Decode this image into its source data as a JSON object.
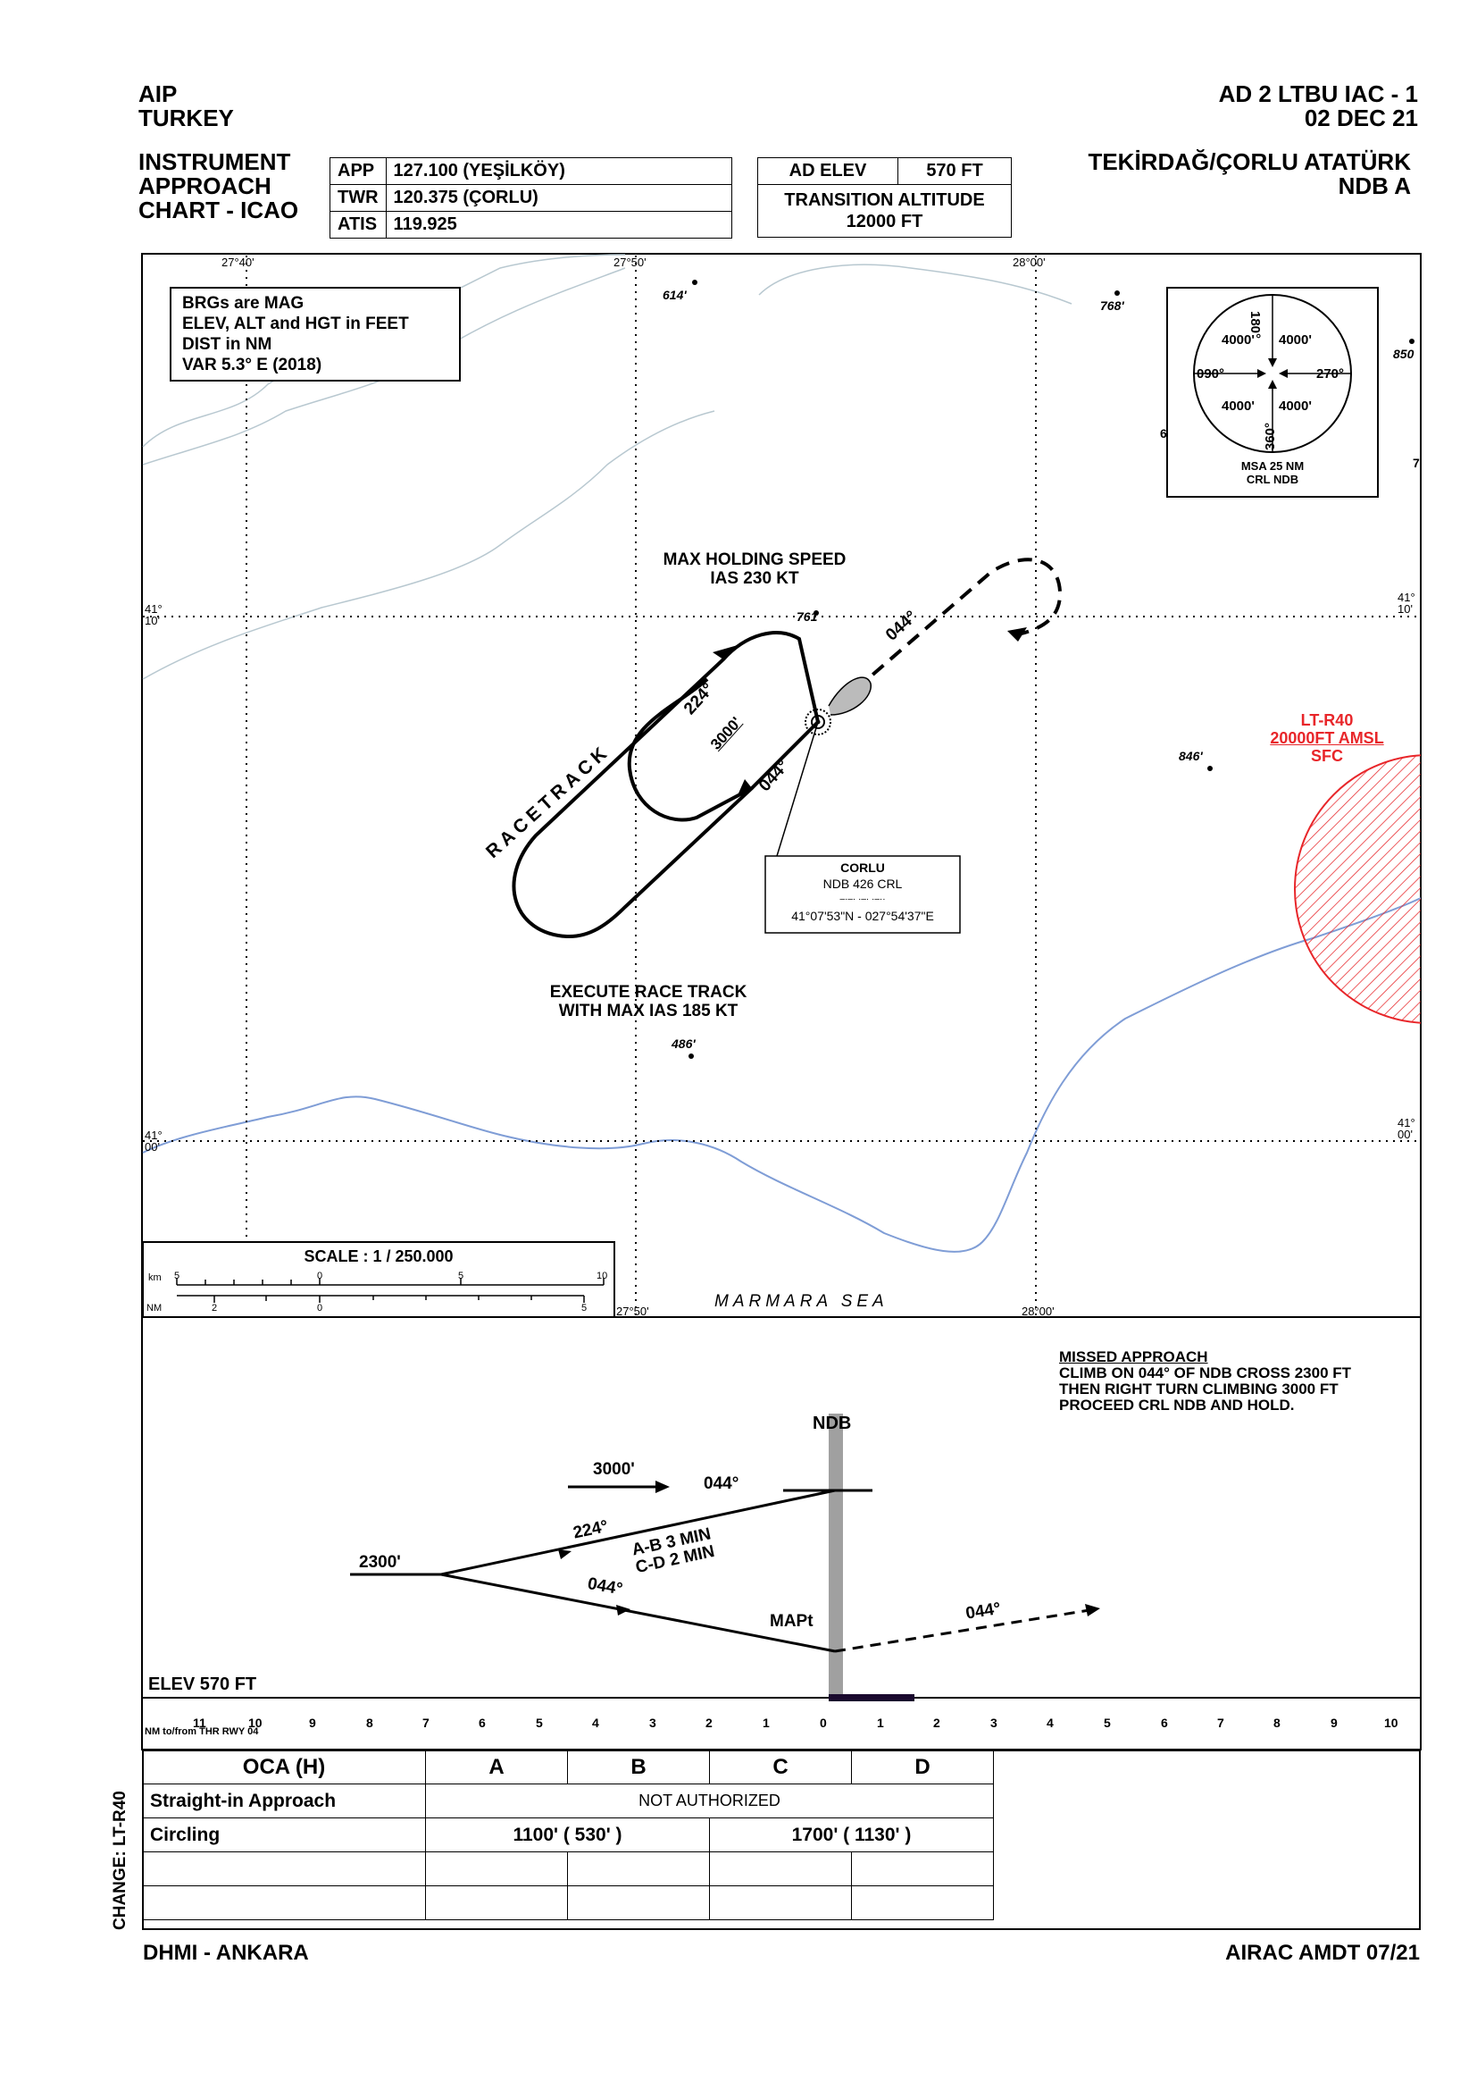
{
  "header": {
    "left_line1": "AIP",
    "left_line2": "TURKEY",
    "right_line1": "AD 2 LTBU IAC - 1",
    "right_line2": "02 DEC 21"
  },
  "chart_title": {
    "line1": "INSTRUMENT",
    "line2": "APPROACH",
    "line3": "CHART - ICAO"
  },
  "frequencies": [
    {
      "label": "APP",
      "value": "127.100 (YEŞİLKÖY)"
    },
    {
      "label": "TWR",
      "value": "120.375 (ÇORLU)"
    },
    {
      "label": "ATIS",
      "value": "119.925"
    }
  ],
  "ad_elev": {
    "label": "AD ELEV",
    "value": "570 FT"
  },
  "transition_altitude": {
    "label": "TRANSITION ALTITUDE",
    "value": "12000 FT"
  },
  "airport": {
    "name": "TEKİRDAĞ/ÇORLU ATATÜRK",
    "procedure": "NDB A"
  },
  "plan_view": {
    "grid_labels": {
      "lon_27_40": "27°40'",
      "lon_27_50": "27°50'",
      "lon_28_00": "28°00'",
      "lat_41_10_a": "41°",
      "lat_41_10_b": "10'",
      "lat_41_00_a": "41°",
      "lat_41_00_b": "00'"
    },
    "notes": [
      "BRGs are MAG",
      "ELEV, ALT and HGT in FEET",
      "DIST in NM",
      "VAR 5.3° E (2018)"
    ],
    "spot_heights": [
      "614'",
      "768'",
      "850",
      "761",
      "846'",
      "486'"
    ],
    "msa": {
      "values": [
        "4000'",
        "4000'",
        "4000'",
        "4000'"
      ],
      "bearings": [
        "180°",
        "090°",
        "270°",
        "360°"
      ],
      "caption1": "MSA 25 NM",
      "caption2": "CRL NDB",
      "edge_marks": [
        "6",
        "7"
      ]
    },
    "holding_label1": "MAX HOLDING SPEED",
    "holding_label2": "IAS 230 KT",
    "track_044_a": "044°",
    "track_224": "224°",
    "track_044_b": "044°",
    "racetrack_alt": "3000'",
    "racetrack_label": "RACETRACK",
    "race_note1": "EXECUTE RACE TRACK",
    "race_note2": "WITH MAX IAS 185 KT",
    "navaid": {
      "name": "CORLU",
      "ident": "NDB 426 CRL",
      "morse": "–·–·  ·–·  ·–··",
      "coords": "41°07'53\"N - 027°54'37\"E"
    },
    "restricted": {
      "name": "LT-R40",
      "upper": "20000FT AMSL",
      "lower": "SFC",
      "color": "#e8262a"
    },
    "scale": {
      "title": "SCALE : 1 / 250.000",
      "km_label": "km",
      "km_ticks": [
        "5",
        "0",
        "5",
        "10"
      ],
      "nm_label": "NM",
      "nm_ticks": [
        "2",
        "0",
        "5"
      ]
    },
    "sea_label": "MARMARA SEA"
  },
  "profile": {
    "missed_title": "MISSED APPROACH",
    "missed_lines": [
      "CLIMB ON 044° OF NDB CROSS 2300 FT",
      "THEN RIGHT TURN CLIMBING 3000 FT",
      "PROCEED CRL NDB AND HOLD."
    ],
    "ndb_label": "NDB",
    "alt_3000": "3000'",
    "outbound": "044°",
    "inbound": "224°",
    "timing1": "A-B 3 MIN",
    "timing2": "C-D 2 MIN",
    "final": "044°",
    "alt_2300": "2300'",
    "mapt": "MAPt",
    "missed_track": "044°",
    "elev": "ELEV 570 FT",
    "dist_left": [
      "11",
      "10",
      "9",
      "8",
      "7",
      "6",
      "5",
      "4",
      "3",
      "2",
      "1",
      "0"
    ],
    "dist_right": [
      "1",
      "2",
      "3",
      "4",
      "5",
      "6",
      "7",
      "8",
      "9",
      "10"
    ],
    "dist_caption": "NM to/from THR RWY 04"
  },
  "minima": {
    "header": [
      "OCA (H)",
      "A",
      "B",
      "C",
      "D"
    ],
    "straight_in": {
      "label": "Straight-in Approach",
      "value": "NOT AUTHORIZED"
    },
    "circling": {
      "label": "Circling",
      "ab": "1100' ( 530' )",
      "cd": "1700' ( 1130' )"
    }
  },
  "change_note": "CHANGE: LT-R40",
  "footer": {
    "left": "DHMI - ANKARA",
    "right": "AIRAC AMDT 07/21"
  }
}
